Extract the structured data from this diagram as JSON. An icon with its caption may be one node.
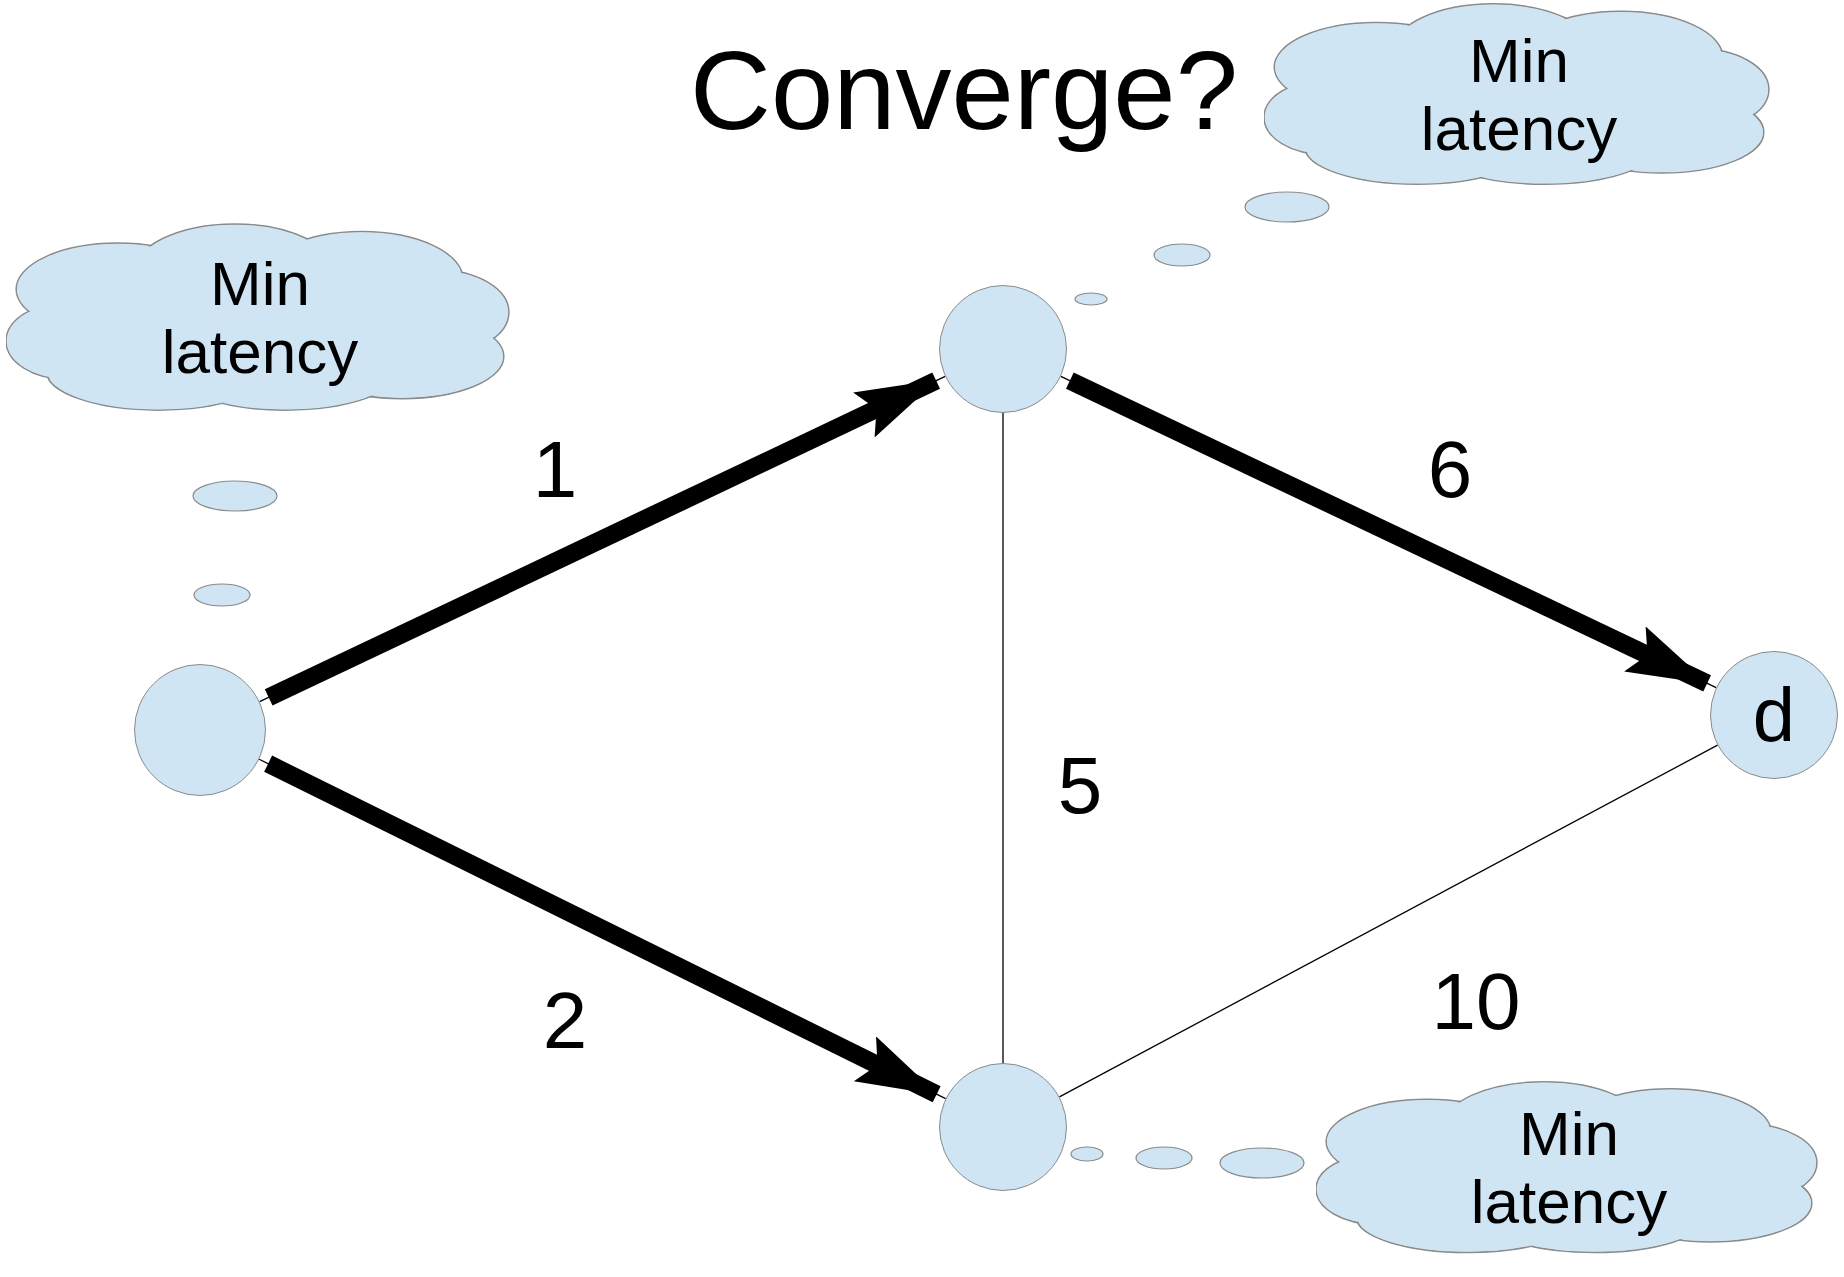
{
  "diagram": {
    "title": "Converge?",
    "nodes": [
      {
        "text": [],
        "shape": "circle"
      },
      {
        "text": [],
        "shape": "circle"
      },
      {
        "text": [],
        "shape": "circle"
      },
      {
        "text": [
          "d"
        ]
      },
      {
        "text": [
          "Min latency"
        ]
      },
      {
        "text": [
          "Min latency"
        ]
      },
      {
        "text": [
          "Min latency"
        ]
      }
    ],
    "edges": [
      {
        "from": 0,
        "to": 1,
        "arrow": "none",
        "label": "1"
      },
      {
        "from": 1,
        "to": 3,
        "arrow": "none",
        "label": "6"
      },
      {
        "from": 0,
        "to": 2,
        "arrow": "none",
        "label": "2"
      },
      {
        "from": 1,
        "to": 2,
        "arrow": "none",
        "label": "5"
      },
      {
        "from": 2,
        "to": 3,
        "arrow": "none",
        "label": "10"
      },
      {
        "from": 0,
        "to": 1,
        "arrow": "to",
        "style": "thick"
      },
      {
        "from": 1,
        "to": 3,
        "arrow": "to",
        "style": "thick"
      },
      {
        "from": 0,
        "to": 2,
        "arrow": "to",
        "style": "thick"
      }
    ]
  }
}
